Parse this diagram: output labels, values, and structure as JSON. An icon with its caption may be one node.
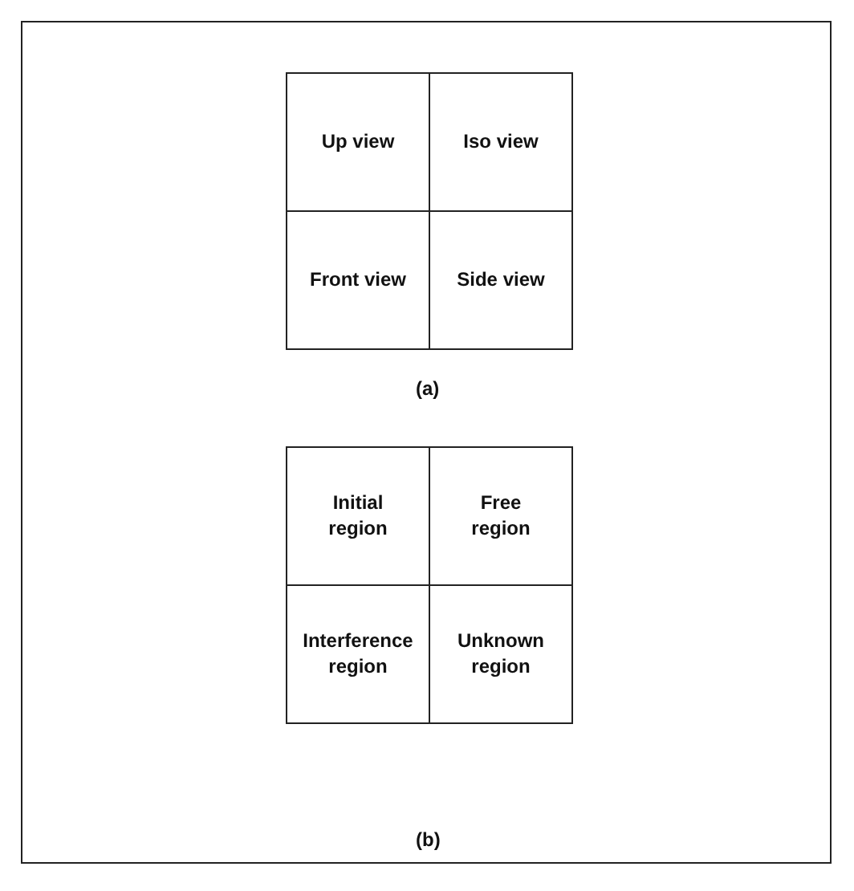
{
  "diagram": {
    "nodes": [
      {
        "text": [
          "Up view"
        ]
      },
      {
        "text": [
          "Iso view"
        ]
      },
      {
        "text": [
          "Front view"
        ]
      },
      {
        "text": [
          "Side view"
        ]
      },
      {
        "text": [
          "Initial region"
        ]
      },
      {
        "text": [
          "Free region"
        ]
      },
      {
        "text": [
          "Interference region"
        ]
      },
      {
        "text": [
          "Unknown region"
        ]
      }
    ],
    "labels": [
      "(a)",
      "(b)"
    ]
  }
}
